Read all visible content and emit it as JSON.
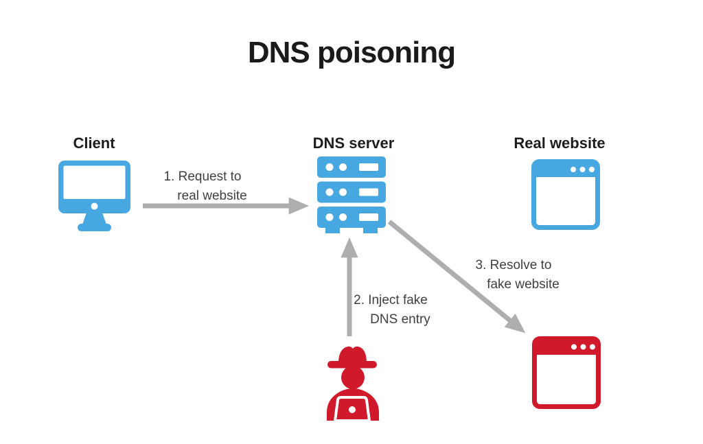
{
  "title": "DNS poisoning",
  "colors": {
    "blue": "#47A7E0",
    "red": "#D01A2B",
    "arrow_gray": "#AEAEAE",
    "title_text": "#1A1A1A",
    "label_text": "#1D1D1B",
    "step_text": "#3F3F3F",
    "background": "#FFFFFF"
  },
  "nodes": {
    "client": {
      "label": "Client",
      "icon": "desktop-monitor-icon",
      "color": "#47A7E0"
    },
    "dns_server": {
      "label": "DNS server",
      "icon": "server-stack-icon",
      "color": "#47A7E0"
    },
    "real_website": {
      "label": "Real website",
      "icon": "browser-window-icon",
      "color": "#47A7E0"
    },
    "attacker": {
      "icon": "hacker-icon",
      "color": "#D01A2B"
    },
    "fake_website": {
      "icon": "browser-window-icon",
      "color": "#D01A2B"
    }
  },
  "steps": [
    {
      "line1": "1. Request to",
      "line2": "real website",
      "from": "client",
      "to": "dns_server"
    },
    {
      "line1": "2. Inject fake",
      "line2": "DNS entry",
      "from": "attacker",
      "to": "dns_server"
    },
    {
      "line1": "3. Resolve to",
      "line2": "fake website",
      "from": "dns_server",
      "to": "fake_website"
    }
  ]
}
